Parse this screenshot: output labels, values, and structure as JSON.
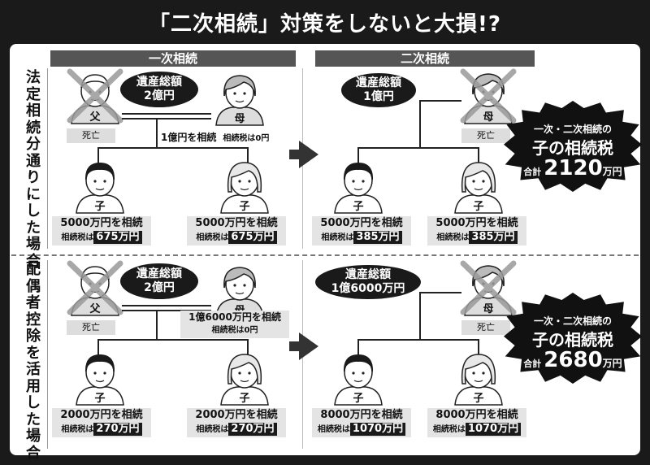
{
  "title": "「二次相続」対策をしないと大損!?",
  "headers": {
    "first": "一次相続",
    "second": "二次相続"
  },
  "rows": [
    {
      "label": "法定相続分通りにした場合",
      "first": {
        "father_tag": "死亡",
        "estate": {
          "line1": "遺産総額",
          "line2": "2億円"
        },
        "mother_inherit": "1億円を相続",
        "mother_tax": "相続税は0円",
        "child_left": {
          "inherit": "5000万円を相続",
          "tax_prefix": "相続税は",
          "tax": "675万円"
        },
        "child_right": {
          "inherit": "5000万円を相続",
          "tax_prefix": "相続税は",
          "tax": "675万円"
        }
      },
      "second": {
        "estate": {
          "line1": "遺産総額",
          "line2": "1億円"
        },
        "mother_tag": "死亡",
        "child_left": {
          "inherit": "5000万円を相続",
          "tax_prefix": "相続税は",
          "tax": "385万円"
        },
        "child_right": {
          "inherit": "5000万円を相続",
          "tax_prefix": "相続税は",
          "tax": "385万円"
        }
      },
      "total": {
        "line1": "一次・二次相続の",
        "line2": "子の相続税",
        "prefix": "合計",
        "amount": "2120",
        "unit": "万円"
      }
    },
    {
      "label": "配偶者控除を活用した場合",
      "first": {
        "father_tag": "死亡",
        "estate": {
          "line1": "遺産総額",
          "line2": "2億円"
        },
        "mother_inherit": "1億6000万円を相続",
        "mother_tax": "相続税は0円",
        "child_left": {
          "inherit": "2000万円を相続",
          "tax_prefix": "相続税は",
          "tax": "270万円"
        },
        "child_right": {
          "inherit": "2000万円を相続",
          "tax_prefix": "相続税は",
          "tax": "270万円"
        }
      },
      "second": {
        "estate": {
          "line1": "遺産総額",
          "line2": "1億6000万円"
        },
        "mother_tag": "死亡",
        "child_left": {
          "inherit": "8000万円を相続",
          "tax_prefix": "相続税は",
          "tax": "1070万円"
        },
        "child_right": {
          "inherit": "8000万円を相続",
          "tax_prefix": "相続税は",
          "tax": "1070万円"
        }
      },
      "total": {
        "line1": "一次・二次相続の",
        "line2": "子の相続税",
        "prefix": "合計",
        "amount": "2680",
        "unit": "万円"
      }
    }
  ],
  "roles": {
    "father": "父",
    "mother": "母",
    "child": "子"
  },
  "colors": {
    "dark": "#1a1a1a",
    "grey_box": "#e4e4e4",
    "header": "#555555",
    "cross": "#9a9a9a"
  }
}
